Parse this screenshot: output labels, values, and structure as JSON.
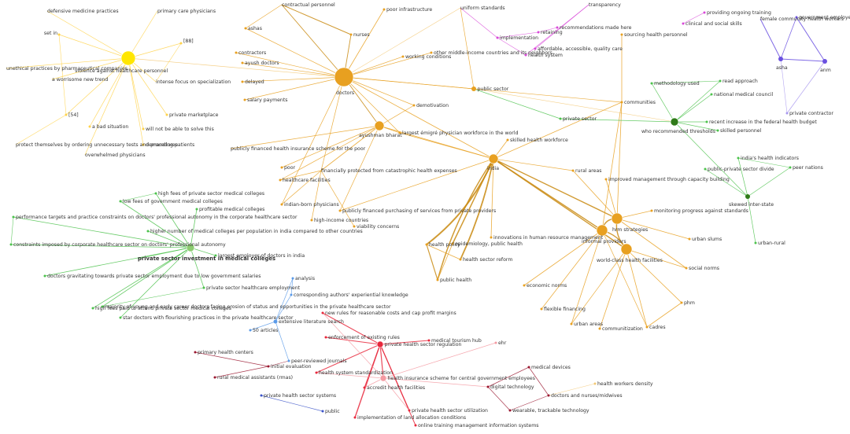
{
  "colors": {
    "orange": "#e8a020",
    "orange_dark": "#c98a10",
    "orange_light": "#f3c874",
    "yellow": "#ffe600",
    "yellow_edge": "#ffd24a",
    "green": "#4cc24c",
    "green_dark": "#2f7a18",
    "green_light": "#8ccc70",
    "red": "#e8283c",
    "red_light": "#f49aa2",
    "dark_red": "#9a1830",
    "magenta": "#d848d8",
    "purple": "#6a50e0",
    "purple_light": "#a898ee",
    "blue": "#5a9ae8",
    "blue_dark": "#3a52c8"
  },
  "nodes": [
    {
      "id": "defensive",
      "label": "defensive medicine practices"
    },
    {
      "id": "setin",
      "label": "set in"
    },
    {
      "id": "primarycare",
      "label": "primary care physicians"
    },
    {
      "id": "n88",
      "label": "[88]"
    },
    {
      "id": "unethical",
      "label": "unethical practices by pharmaceutical companies"
    },
    {
      "id": "violence",
      "label": "violence against healthcare personnel"
    },
    {
      "id": "worrisome",
      "label": "a worrisome new trend"
    },
    {
      "id": "specialization",
      "label": "intense focus on specialization"
    },
    {
      "id": "n54",
      "label": "[54]"
    },
    {
      "id": "marketplace",
      "label": "private marketplace"
    },
    {
      "id": "badsituation",
      "label": "a bad situation"
    },
    {
      "id": "willnot",
      "label": "will not be able to solve this"
    },
    {
      "id": "protect",
      "label": "protect themselves by ordering unnecessary tests and procedures"
    },
    {
      "id": "demanding",
      "label": "demanding patients"
    },
    {
      "id": "overwhelmed",
      "label": "overwhelmed physicians"
    },
    {
      "id": "yellowhub",
      "label": ""
    },
    {
      "id": "contractual",
      "label": "contractual personnel"
    },
    {
      "id": "poorinfra",
      "label": "poor infrastructure"
    },
    {
      "id": "ashas",
      "label": "ashas"
    },
    {
      "id": "nurses",
      "label": "nurses"
    },
    {
      "id": "contractors",
      "label": "contractors"
    },
    {
      "id": "ayush",
      "label": "ayush doctors"
    },
    {
      "id": "delayed",
      "label": "delayed"
    },
    {
      "id": "salary",
      "label": "salary payments"
    },
    {
      "id": "doctors",
      "label": "doctors"
    },
    {
      "id": "workingcond",
      "label": "working conditions"
    },
    {
      "id": "othermiddle",
      "label": "other middle-income countries and its neighbors"
    },
    {
      "id": "demotivation",
      "label": "demotivation"
    },
    {
      "id": "publicsector",
      "label": "public sector"
    },
    {
      "id": "ayushman",
      "label": "ayushman bharat"
    },
    {
      "id": "largestemigre",
      "label": "largest émigré physician workforce in the world"
    },
    {
      "id": "publiclyfinanced",
      "label": "publicly financed health insurance scheme for the poor"
    },
    {
      "id": "poor",
      "label": "poor"
    },
    {
      "id": "finprotected",
      "label": "financially protected from catastrophic health expenses"
    },
    {
      "id": "hcfacilities",
      "label": "healthcare facilities"
    },
    {
      "id": "indianborn",
      "label": "indian-born physicians"
    },
    {
      "id": "highincome",
      "label": "high-income countries"
    },
    {
      "id": "pubpurchasing",
      "label": "publicly financed purchasing of services from private providers"
    },
    {
      "id": "viability",
      "label": "viability concerns"
    },
    {
      "id": "uniform",
      "label": "uniform standards"
    },
    {
      "id": "implementation",
      "label": "implementation"
    },
    {
      "id": "retaining",
      "label": "retaining"
    },
    {
      "id": "recsmade",
      "label": "recommendations made here"
    },
    {
      "id": "affordable",
      "label": "affordable, accessible, quality care"
    },
    {
      "id": "healthsystem",
      "label": "health system"
    },
    {
      "id": "transparency",
      "label": "transparency"
    },
    {
      "id": "ongoingtraining",
      "label": "providing ongoing training"
    },
    {
      "id": "clinicalsocial",
      "label": "clinical and social skills"
    },
    {
      "id": "sourcing",
      "label": "sourcing health personnel"
    },
    {
      "id": "communities",
      "label": "communities"
    },
    {
      "id": "privatesector",
      "label": "private sector"
    },
    {
      "id": "skilledworkforce",
      "label": "skilled health workforce"
    },
    {
      "id": "india",
      "label": "india"
    },
    {
      "id": "methodology",
      "label": "methodology used"
    },
    {
      "id": "readapproach",
      "label": "read approach"
    },
    {
      "id": "nmc",
      "label": "national medical council"
    },
    {
      "id": "whorecommended",
      "label": "who recommended thresholds"
    },
    {
      "id": "recentincrease",
      "label": "recent increase in the federal health budget"
    },
    {
      "id": "skilledpersonnel",
      "label": "skilled personnel"
    },
    {
      "id": "femalechw",
      "label": "female community health workers"
    },
    {
      "id": "govemployee",
      "label": "government employee"
    },
    {
      "id": "asha",
      "label": "asha"
    },
    {
      "id": "anm",
      "label": "anm"
    },
    {
      "id": "privcontractor",
      "label": "private contractor"
    },
    {
      "id": "indiaindicators",
      "label": "india's health indicators"
    },
    {
      "id": "peernations",
      "label": "peer nations"
    },
    {
      "id": "ppdivide",
      "label": "public-private sector divide"
    },
    {
      "id": "skewed",
      "label": "skewed inter-state"
    },
    {
      "id": "urbanrural",
      "label": "urban-rural"
    },
    {
      "id": "ruralareas",
      "label": "rural areas"
    },
    {
      "id": "improvedmgmt",
      "label": "improved management through capacity building"
    },
    {
      "id": "monitoring",
      "label": "monitoring progress against standards"
    },
    {
      "id": "hrmstrategies",
      "label": "hrm strategies"
    },
    {
      "id": "informalproviders",
      "label": "informal providers"
    },
    {
      "id": "urbanslums",
      "label": "urban slums"
    },
    {
      "id": "worldclass",
      "label": "world-class health facilities"
    },
    {
      "id": "socialnorms",
      "label": "social norms"
    },
    {
      "id": "economicnorms",
      "label": "economic norms"
    },
    {
      "id": "flexiblefinancing",
      "label": "flexible financing"
    },
    {
      "id": "urbanareas",
      "label": "urban areas"
    },
    {
      "id": "communitization",
      "label": "communitization"
    },
    {
      "id": "cadres",
      "label": "cadres"
    },
    {
      "id": "phm",
      "label": "phm"
    },
    {
      "id": "innovations",
      "label": "innovations in human resource management"
    },
    {
      "id": "healthpolicy",
      "label": "health policy"
    },
    {
      "id": "epidemiology",
      "label": "epidemiology, public health"
    },
    {
      "id": "hsreform",
      "label": "health sector reform"
    },
    {
      "id": "publichealth",
      "label": "public health"
    },
    {
      "id": "highfeespriv",
      "label": "high fees of private sector medical colleges"
    },
    {
      "id": "lowfeesgov",
      "label": "low fees of government medical colleges"
    },
    {
      "id": "profitable",
      "label": "profitable medical colleges"
    },
    {
      "id": "perftargets",
      "label": "performance targets and practice constraints on doctors' professional autonomy in the corporate healthcare sector"
    },
    {
      "id": "highernumber",
      "label": "higher number of medical colleges per population in india compared to other countries"
    },
    {
      "id": "constraints",
      "label": "constraints imposed by corporate healthcare sector on doctors' professional autonomy"
    },
    {
      "id": "privinvestment",
      "label": "private sector investment in medical colleges"
    },
    {
      "id": "largestemployer",
      "label": "largest employer of doctors in india"
    },
    {
      "id": "gravitating",
      "label": "doctors gravitating towards private sector employment due to low government salaries"
    },
    {
      "id": "privemployment",
      "label": "private sector healthcare employment"
    },
    {
      "id": "majority",
      "label": "majority of young and early career doctors facing erosion of status and opportunities in the private healthcare sector"
    },
    {
      "id": "highfeespaid",
      "label": "high fees paid to attend private sector medical colleges"
    },
    {
      "id": "stardoctors",
      "label": "star doctors with flourishing practices in the private healthcare sector"
    },
    {
      "id": "greenhub",
      "label": ""
    },
    {
      "id": "analysis",
      "label": "analysis"
    },
    {
      "id": "corrauthors",
      "label": "corresponding authors' experiential knowledge"
    },
    {
      "id": "extlitsearch",
      "label": "extensive literature search"
    },
    {
      "id": "n50articles",
      "label": "50 articles"
    },
    {
      "id": "newrules",
      "label": "new rules for reasonable costs and cap profit margins"
    },
    {
      "id": "enforcement",
      "label": "enforcement of existing rules"
    },
    {
      "id": "medtourism",
      "label": "medical tourism hub"
    },
    {
      "id": "privregulation",
      "label": "private health sector regulation"
    },
    {
      "id": "primaryhc",
      "label": "primary health centers"
    },
    {
      "id": "peerreviewed",
      "label": "peer-reviewed journals"
    },
    {
      "id": "initialeval",
      "label": "initial evaluation"
    },
    {
      "id": "rmas",
      "label": "rural medical assistants (rmas)"
    },
    {
      "id": "hsstandard",
      "label": "health system standardization"
    },
    {
      "id": "hischeme",
      "label": "health insurance scheme for central government employees"
    },
    {
      "id": "accredit",
      "label": "accredit health facilities"
    },
    {
      "id": "privhsystems",
      "label": "private health sector systems"
    },
    {
      "id": "public",
      "label": "public"
    },
    {
      "id": "privutil",
      "label": "private health sector utilization"
    },
    {
      "id": "landalloc",
      "label": "implementation of land allocation conditions"
    },
    {
      "id": "onlinetraining",
      "label": "online training management information systems"
    },
    {
      "id": "ehr",
      "label": "ehr"
    },
    {
      "id": "meddevices",
      "label": "medical devices"
    },
    {
      "id": "digitaltech",
      "label": "digital technology"
    },
    {
      "id": "doctorsnurses",
      "label": "doctors and nurses/midwives"
    },
    {
      "id": "wearable",
      "label": "wearable, trackable technology"
    },
    {
      "id": "hwdensity",
      "label": "health workers density"
    }
  ]
}
